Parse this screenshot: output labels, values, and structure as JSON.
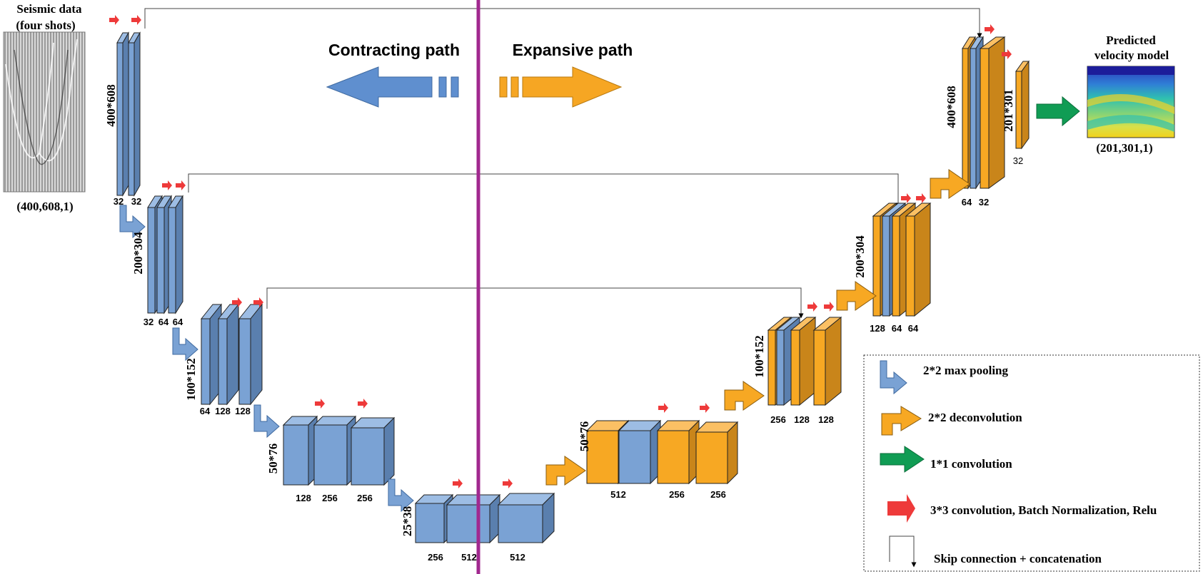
{
  "input": {
    "title_line1": "Seismic data",
    "title_line2": "(four shots)",
    "shape": "(400,608,1)"
  },
  "output": {
    "title_line1": "Predicted",
    "title_line2": "velocity model",
    "shape": "(201,301,1)"
  },
  "paths": {
    "contracting": "Contracting path",
    "expansive": "Expansive path"
  },
  "colors": {
    "encoder": "#7aa2d4",
    "encoder_side": "#5a7fae",
    "encoder_top": "#9dbde4",
    "decoder": "#f7a823",
    "decoder_side": "#c9851a",
    "decoder_top": "#fbc064",
    "divider": "#a1288f",
    "conv_arrow": "#ee3a3a",
    "final_arrow": "#109c54"
  },
  "dims": {
    "d400": "400*608",
    "d200": "200*304",
    "d100": "100*152",
    "d50": "50*76",
    "d25": "25*38",
    "d201": "201*301",
    "d50dec": "50*76",
    "d100dec": "100*152",
    "d200dec": "200*304",
    "d400dec": "400*608"
  },
  "channels": {
    "l1": [
      "32",
      "32"
    ],
    "l2": [
      "32",
      "64",
      "64"
    ],
    "l3": [
      "64",
      "128",
      "128"
    ],
    "l4": [
      "128",
      "256",
      "256"
    ],
    "l5": [
      "256",
      "512",
      "512"
    ],
    "d4": [
      "512",
      "256",
      "256"
    ],
    "d3": [
      "256",
      "128",
      "128"
    ],
    "d2": [
      "128",
      "64",
      "64"
    ],
    "d1": [
      "64",
      "32"
    ],
    "out": "32"
  },
  "legend": {
    "items": [
      {
        "icon": "max-pooling-arrow-icon",
        "label": "2*2 max pooling"
      },
      {
        "icon": "deconvolution-arrow-icon",
        "label": "2*2 deconvolution"
      },
      {
        "icon": "conv1x1-arrow-icon",
        "label": "1*1 convolution"
      },
      {
        "icon": "conv3x3-arrow-icon",
        "label": "3*3 convolution, Batch Normalization, Relu"
      },
      {
        "icon": "skip-connection-icon",
        "label": "Skip connection + concatenation"
      }
    ]
  }
}
